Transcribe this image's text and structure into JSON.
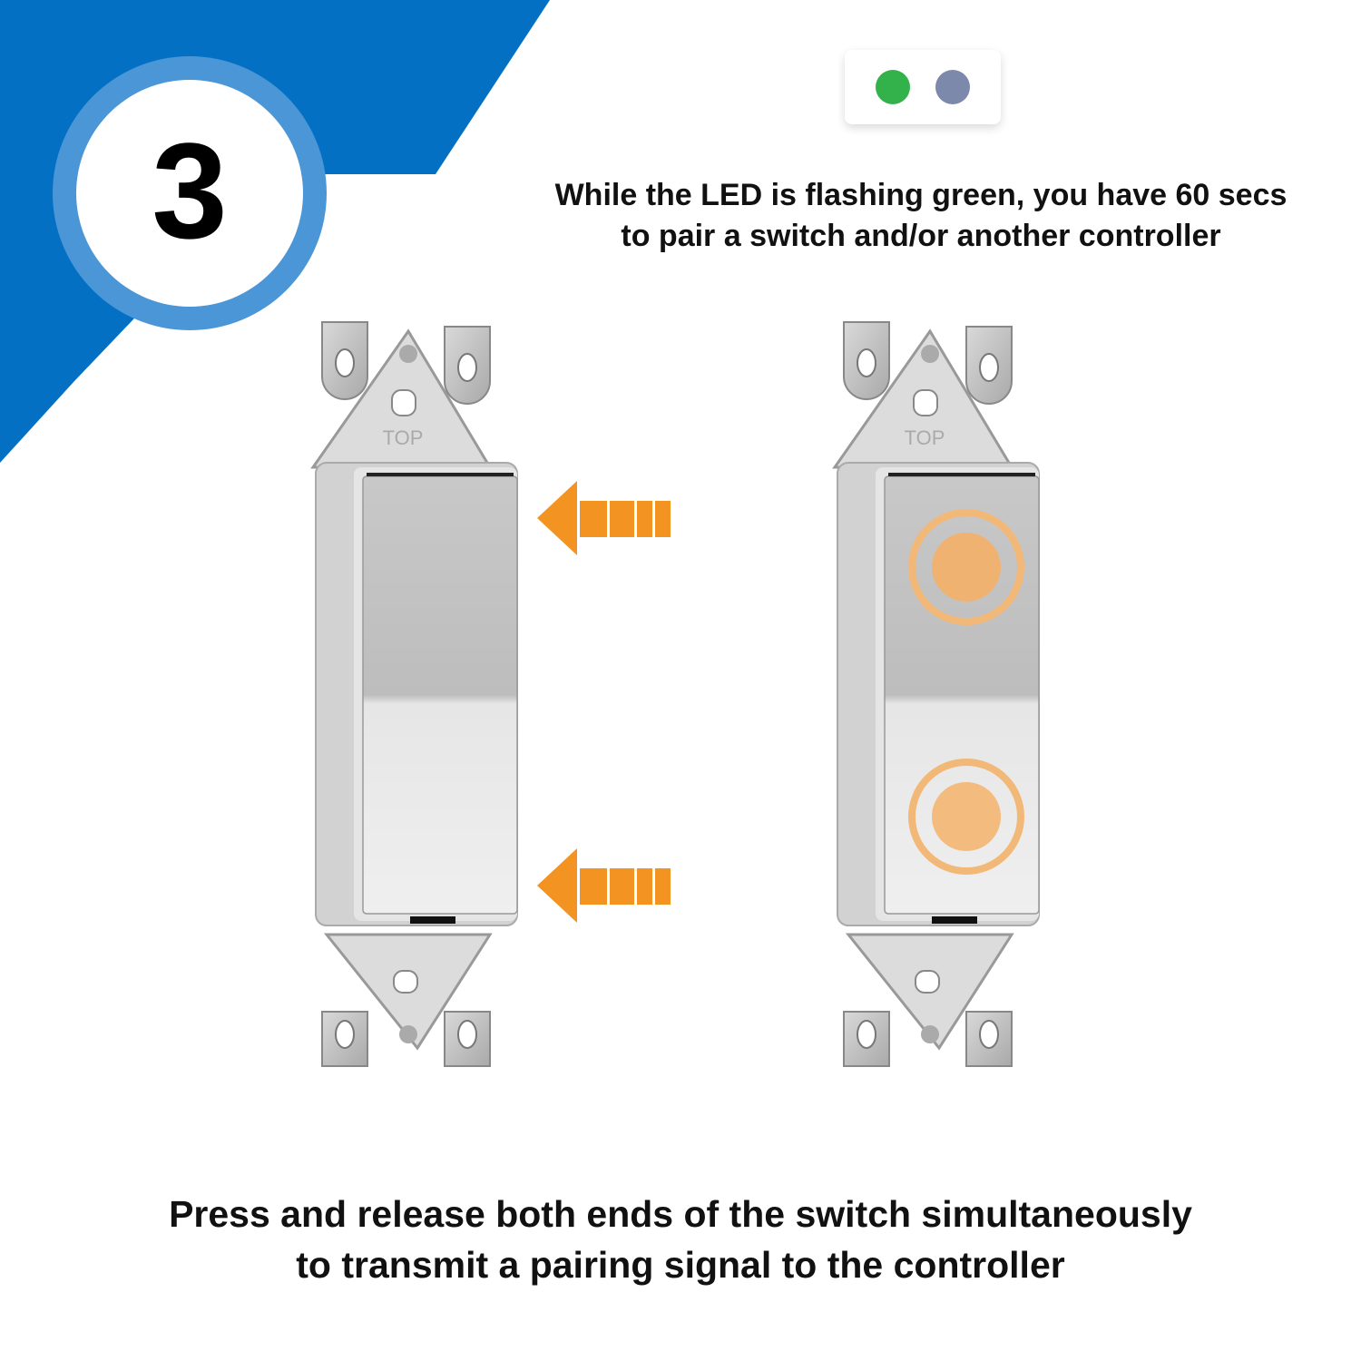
{
  "step": {
    "number": "3"
  },
  "colors": {
    "banner_blue": "#0470c4",
    "circle_ring": "#4a96d6",
    "led_green": "#33b14a",
    "led_grey": "#7d89aa",
    "arrow_orange": "#f39322",
    "press_indicator": "#f2b877"
  },
  "led_indicator": {
    "leds": [
      {
        "name": "led-green",
        "state": "flashing green"
      },
      {
        "name": "led-grey",
        "state": "off"
      }
    ]
  },
  "captions": {
    "top_line1": "While the LED is flashing green, you have 60 secs",
    "top_line2": "to pair a switch and/or another controller",
    "bottom_line1": "Press and release both ends of the switch simultaneously",
    "bottom_line2": "to transmit a pairing signal to the controller"
  },
  "switches": {
    "left": {
      "strap_label": "TOP"
    },
    "right": {
      "strap_label": "TOP"
    }
  }
}
